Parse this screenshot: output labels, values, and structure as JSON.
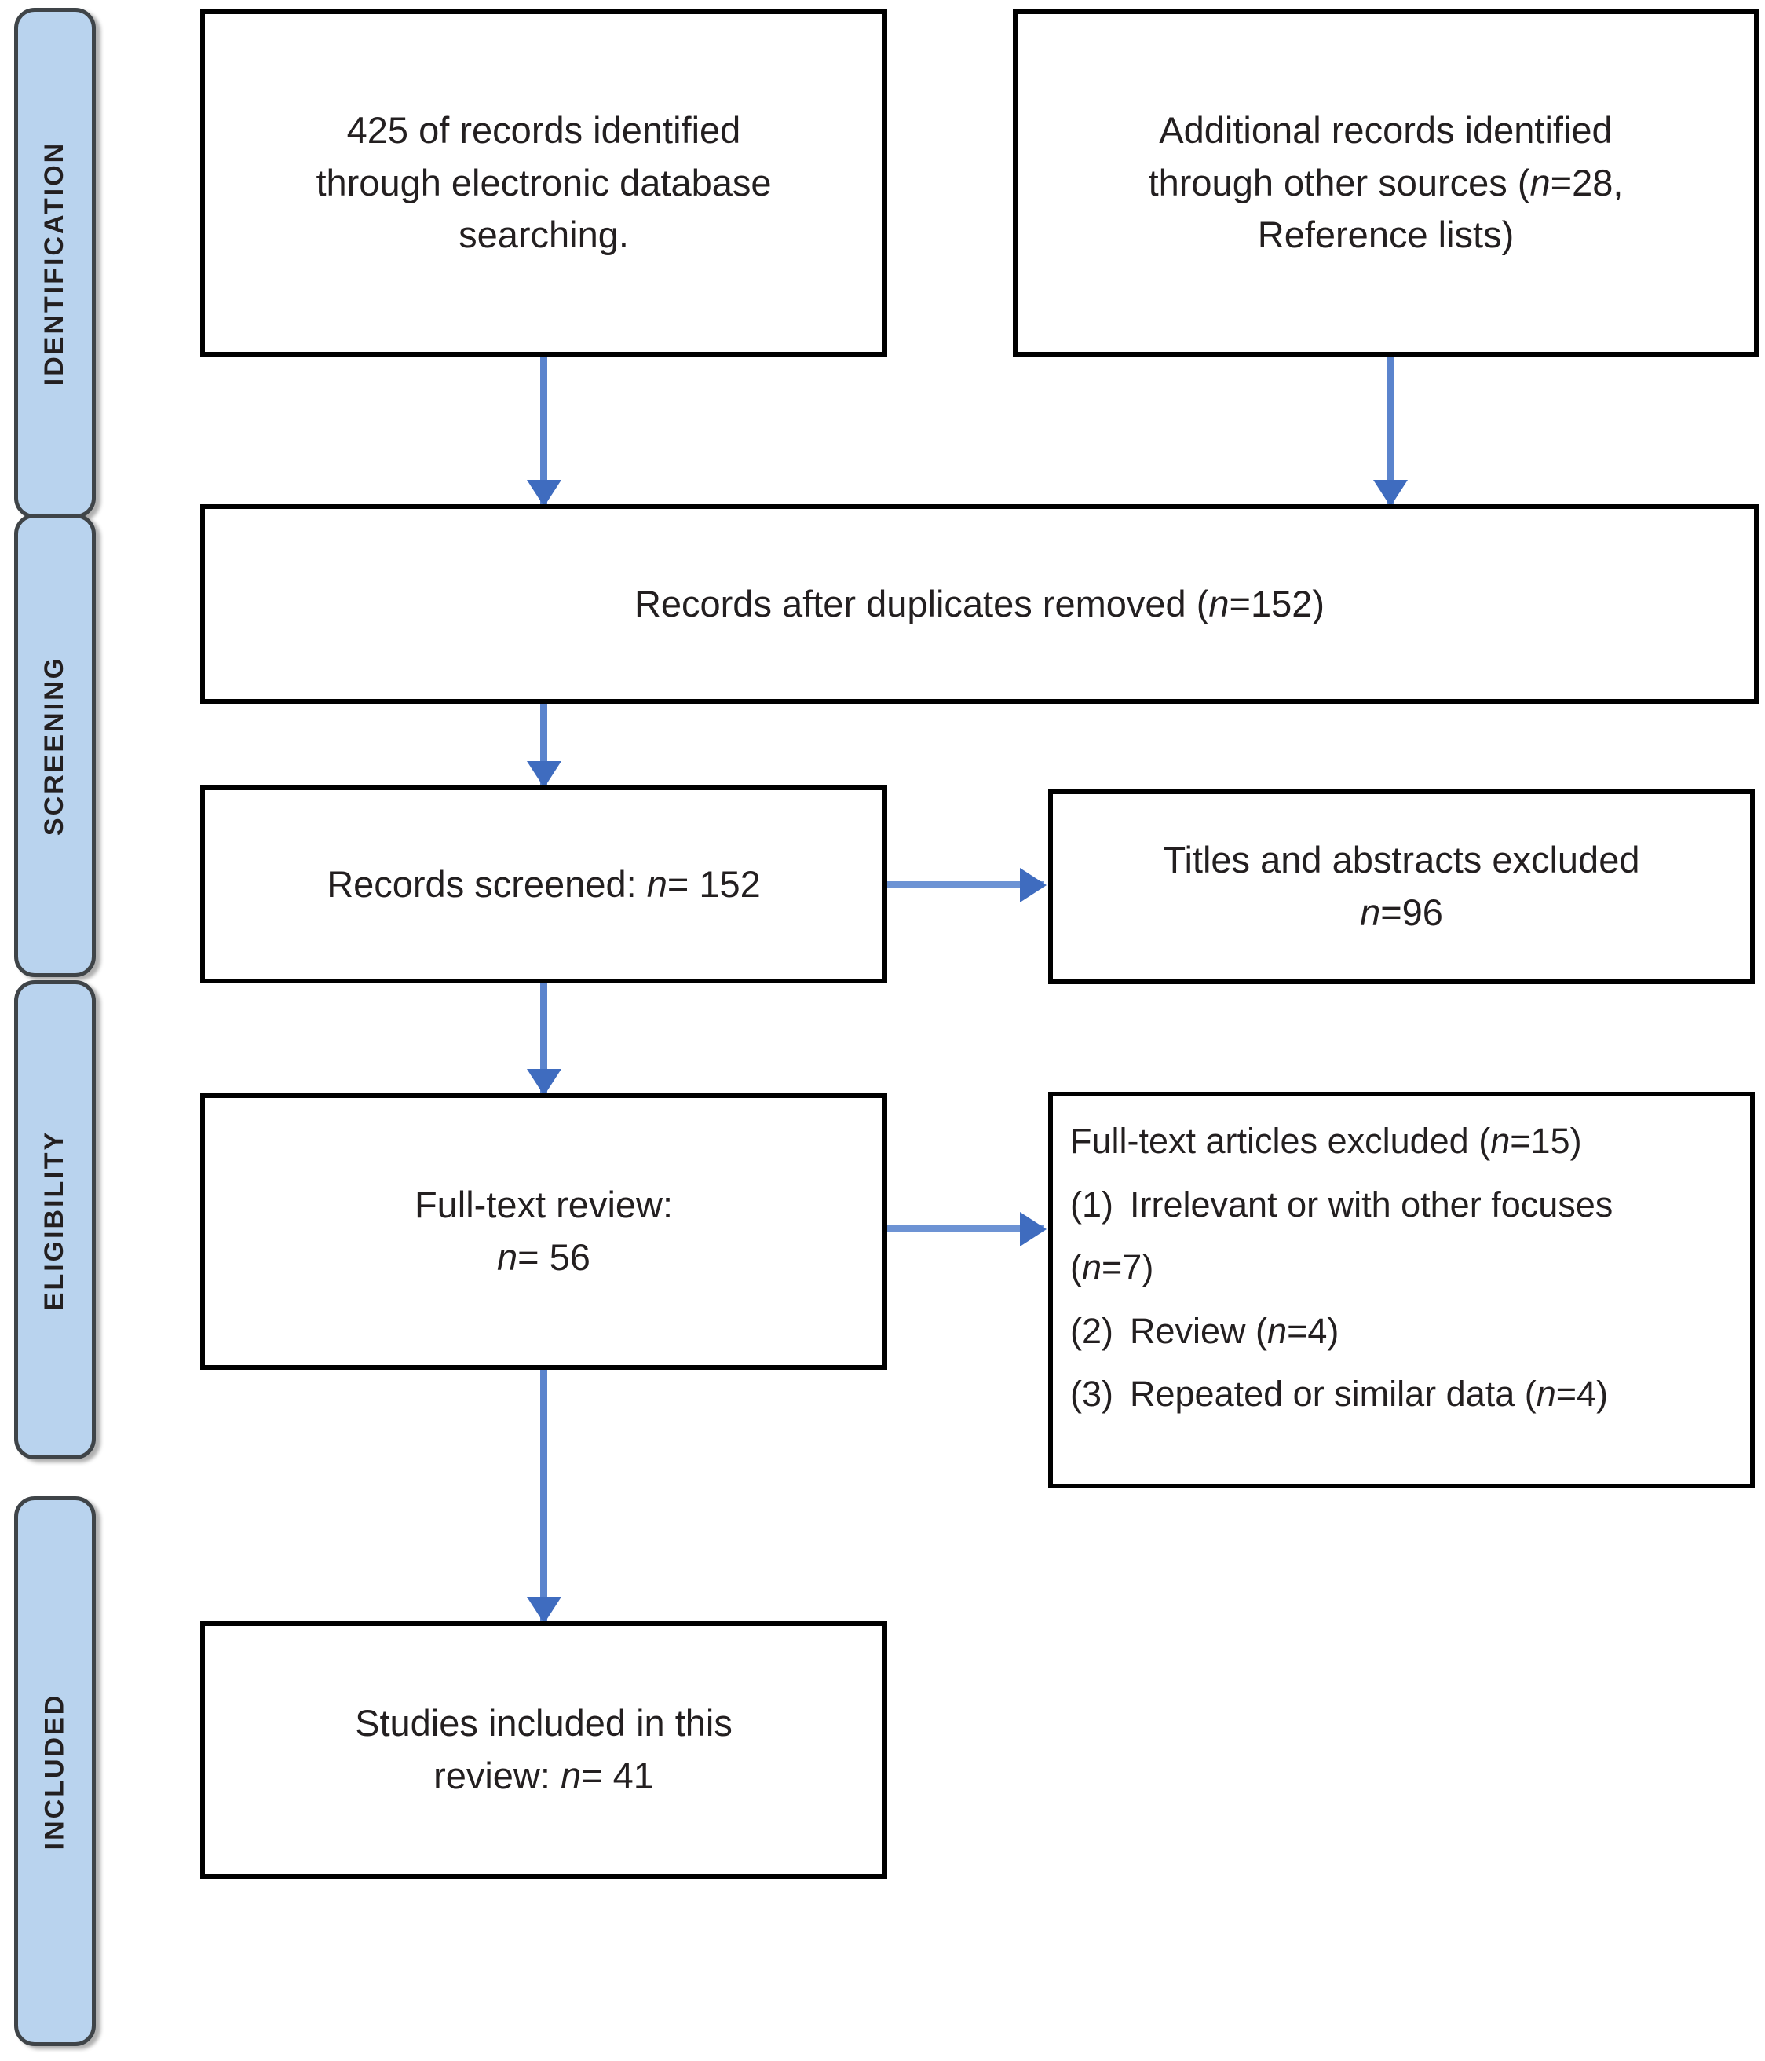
{
  "diagram": {
    "type": "prisma-flow-diagram",
    "accent_color": "#4472c4",
    "stage_pill_fill": "#b9d3ee",
    "stage_pill_border": "#3f4448",
    "box_border_color": "#000000",
    "text_color": "#231f20"
  },
  "stages": [
    {
      "id": "identification",
      "label": "IDENTIFICATION"
    },
    {
      "id": "screening",
      "label": "SCREENING"
    },
    {
      "id": "eligibility",
      "label": "ELIGIBILITY"
    },
    {
      "id": "included",
      "label": "INCLUDED"
    }
  ],
  "boxes": {
    "database_records": {
      "line1": "425 of records identified",
      "line2": "through electronic database",
      "line3": "searching."
    },
    "other_sources": {
      "line1": "Additional records identified",
      "line2_prefix": "through other sources (",
      "line2_n": "n",
      "line2_suffix": "=28,",
      "line3": "Reference lists)"
    },
    "duplicates_removed": {
      "prefix": "Records after duplicates removed (",
      "n": "n",
      "suffix": "=152)"
    },
    "records_screened": {
      "prefix": "Records screened: ",
      "n": "n",
      "suffix": "= 152"
    },
    "titles_excluded": {
      "line1": "Titles and abstracts excluded",
      "line2_n": "n",
      "line2_suffix": "=96"
    },
    "fulltext_review": {
      "line1": "Full-text review:",
      "line2_n": "n",
      "line2_suffix": "= 56"
    },
    "fulltext_excluded": {
      "heading_prefix": "Full-text articles excluded (",
      "heading_n": "n",
      "heading_suffix": "=15)",
      "reasons": [
        {
          "index": "(1)",
          "text": "Irrelevant  or  with  other  focuses",
          "n_line_open": "(",
          "n": "n",
          "n_line_close": "=7)"
        },
        {
          "index": "(2)",
          "text": "Review (",
          "n": "n",
          "n_close": "=4)"
        },
        {
          "index": "(3)",
          "text": "Repeated or  similar  data (",
          "n": "n",
          "n_close": "=4)"
        }
      ]
    },
    "studies_included": {
      "line1": "Studies included in this",
      "line2_prefix": "review: ",
      "line2_n": "n",
      "line2_suffix": "= 41"
    }
  }
}
